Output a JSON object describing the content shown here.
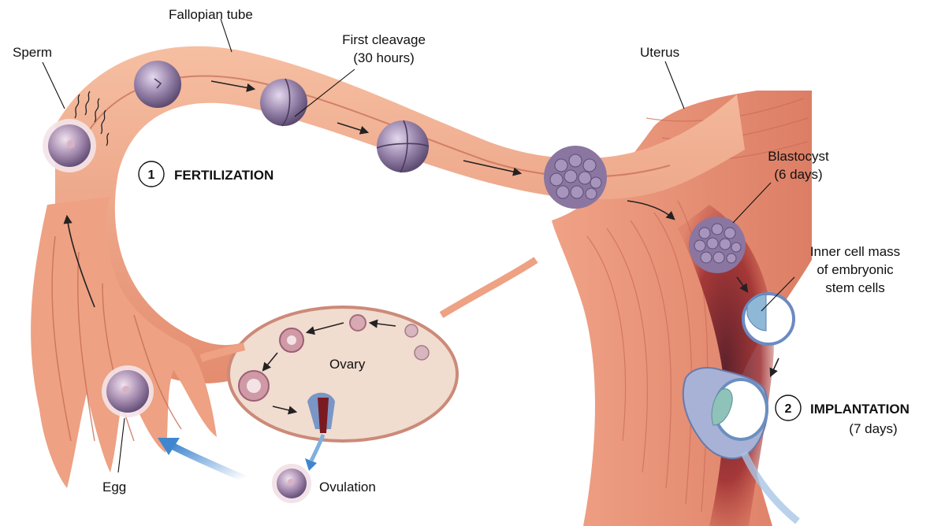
{
  "labels": {
    "fallopian_tube": "Fallopian tube",
    "sperm": "Sperm",
    "first_cleavage_line1": "First cleavage",
    "first_cleavage_line2": "(30 hours)",
    "uterus": "Uterus",
    "blastocyst_line1": "Blastocyst",
    "blastocyst_line2": "(6 days)",
    "inner_cell_mass_line1": "Inner cell mass",
    "inner_cell_mass_line2": "of embryonic",
    "inner_cell_mass_line3": "stem cells",
    "ovary": "Ovary",
    "egg": "Egg",
    "ovulation": "Ovulation"
  },
  "steps": [
    {
      "number": "1",
      "title": "FERTILIZATION",
      "subtitle": ""
    },
    {
      "number": "2",
      "title": "IMPLANTATION",
      "subtitle": "(7 days)"
    }
  ],
  "colors": {
    "tissue": "#f0a584",
    "tissue_dark": "#d9826a",
    "tissue_light": "#f7c8ae",
    "muscle": "#e8957a",
    "ovary": "#f1dcd0",
    "cell": "#9a86ac",
    "cell_dark": "#6c5a80",
    "uterine_lining": "#b83a3a",
    "arrow_blue": "#3f86cf"
  }
}
